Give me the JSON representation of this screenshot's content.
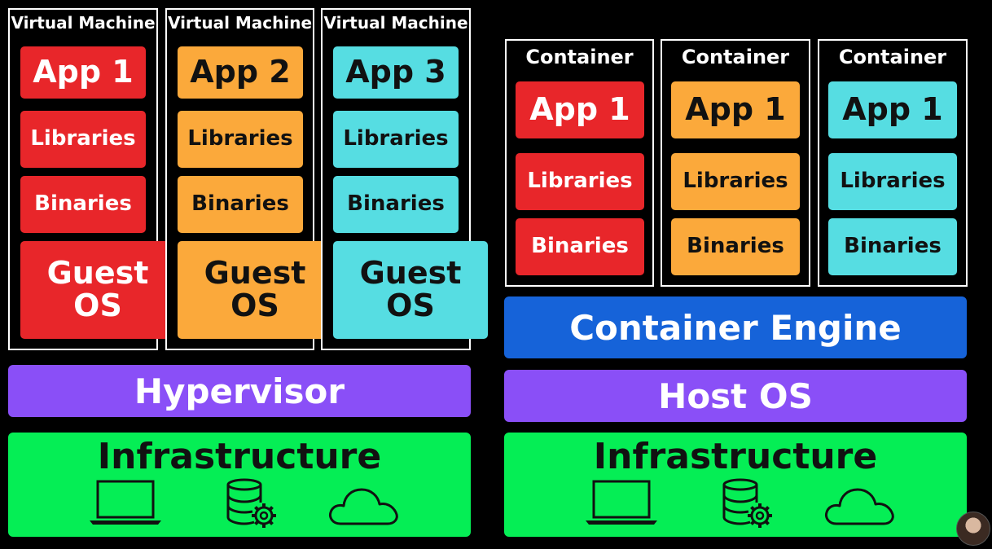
{
  "vm_side": {
    "machines": [
      {
        "title": "Virtual Machine",
        "app": "App 1",
        "libraries": "Libraries",
        "binaries": "Binaries",
        "guest_os": "Guest OS"
      },
      {
        "title": "Virtual Machine",
        "app": "App 2",
        "libraries": "Libraries",
        "binaries": "Binaries",
        "guest_os": "Guest OS"
      },
      {
        "title": "Virtual Machine",
        "app": "App 3",
        "libraries": "Libraries",
        "binaries": "Binaries",
        "guest_os": "Guest OS"
      }
    ],
    "hypervisor": "Hypervisor",
    "infrastructure": "Infrastructure"
  },
  "container_side": {
    "containers": [
      {
        "title": "Container",
        "app": "App 1",
        "libraries": "Libraries",
        "binaries": "Binaries"
      },
      {
        "title": "Container",
        "app": "App 1",
        "libraries": "Libraries",
        "binaries": "Binaries"
      },
      {
        "title": "Container",
        "app": "App 1",
        "libraries": "Libraries",
        "binaries": "Binaries"
      }
    ],
    "engine": "Container Engine",
    "host_os": "Host OS",
    "infrastructure": "Infrastructure"
  },
  "icons": [
    "laptop-icon",
    "database-gear-icon",
    "cloud-icon"
  ],
  "colors": {
    "app1": "#e8262a",
    "app2": "#fba93b",
    "app3": "#56dde2",
    "hypervisor": "#8a4ff7",
    "engine": "#1663d9",
    "infrastructure": "#05ee55",
    "background": "#000000"
  }
}
